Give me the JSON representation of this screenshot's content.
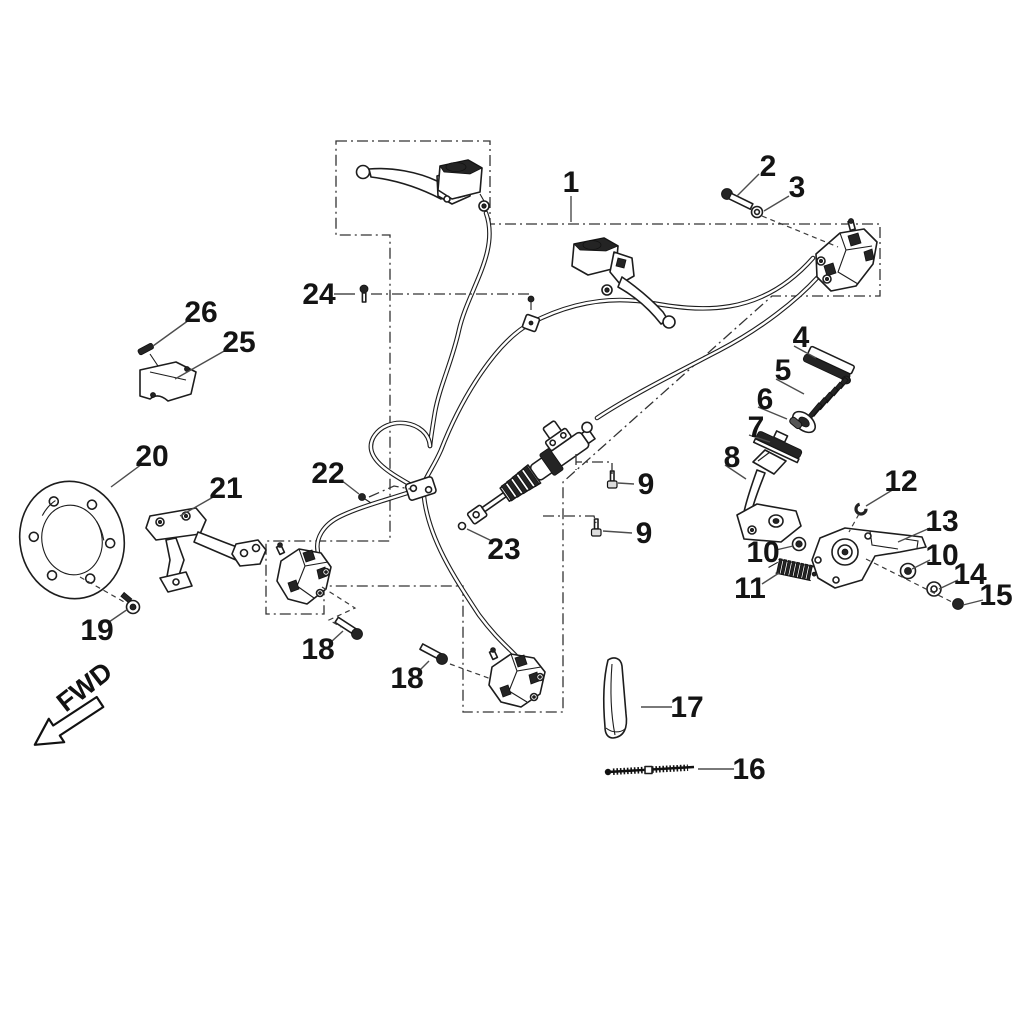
{
  "colors": {
    "background": "#ffffff",
    "ink": "#1a1a1a",
    "leader": "#4d4d4d"
  },
  "fwd": {
    "label": "FWD"
  },
  "callouts": {
    "c1": {
      "label": "1"
    },
    "c2": {
      "label": "2"
    },
    "c3": {
      "label": "3"
    },
    "c4": {
      "label": "4"
    },
    "c5": {
      "label": "5"
    },
    "c6": {
      "label": "6"
    },
    "c7": {
      "label": "7"
    },
    "c8": {
      "label": "8"
    },
    "c9a": {
      "label": "9"
    },
    "c9b": {
      "label": "9"
    },
    "c10a": {
      "label": "10"
    },
    "c10b": {
      "label": "10"
    },
    "c11": {
      "label": "11"
    },
    "c12": {
      "label": "12"
    },
    "c13": {
      "label": "13"
    },
    "c14": {
      "label": "14"
    },
    "c15": {
      "label": "15"
    },
    "c16": {
      "label": "16"
    },
    "c17": {
      "label": "17"
    },
    "c18a": {
      "label": "18"
    },
    "c18b": {
      "label": "18"
    },
    "c19": {
      "label": "19"
    },
    "c20": {
      "label": "20"
    },
    "c21": {
      "label": "21"
    },
    "c22": {
      "label": "22"
    },
    "c23": {
      "label": "23"
    },
    "c24": {
      "label": "24"
    },
    "c25": {
      "label": "25"
    },
    "c26": {
      "label": "26"
    }
  }
}
